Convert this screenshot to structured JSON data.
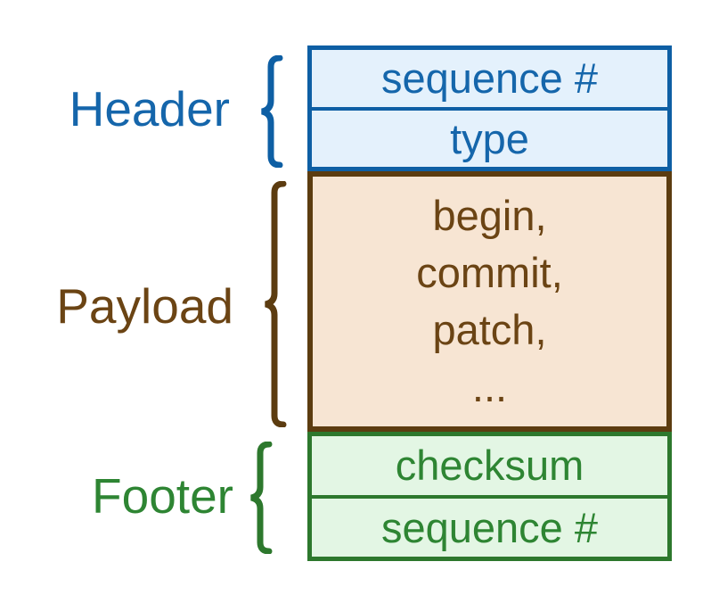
{
  "theme": {
    "blue_border": "#0e5fa4",
    "blue_fill": "#e4f1fc",
    "blue_text": "#1566ab",
    "brown_border": "#5c3c10",
    "brown_fill": "#f7e5d3",
    "brown_text": "#6b4414",
    "green_border": "#2d782d",
    "green_fill": "#e3f6e4",
    "green_text": "#2e8533"
  },
  "diagram": {
    "sections": [
      {
        "label": "Header",
        "rows": [
          "sequence #",
          "type"
        ]
      },
      {
        "label": "Payload",
        "rows": [
          "begin,",
          "commit,",
          "patch,",
          "..."
        ]
      },
      {
        "label": "Footer",
        "rows": [
          "checksum",
          "sequence #"
        ]
      }
    ]
  }
}
